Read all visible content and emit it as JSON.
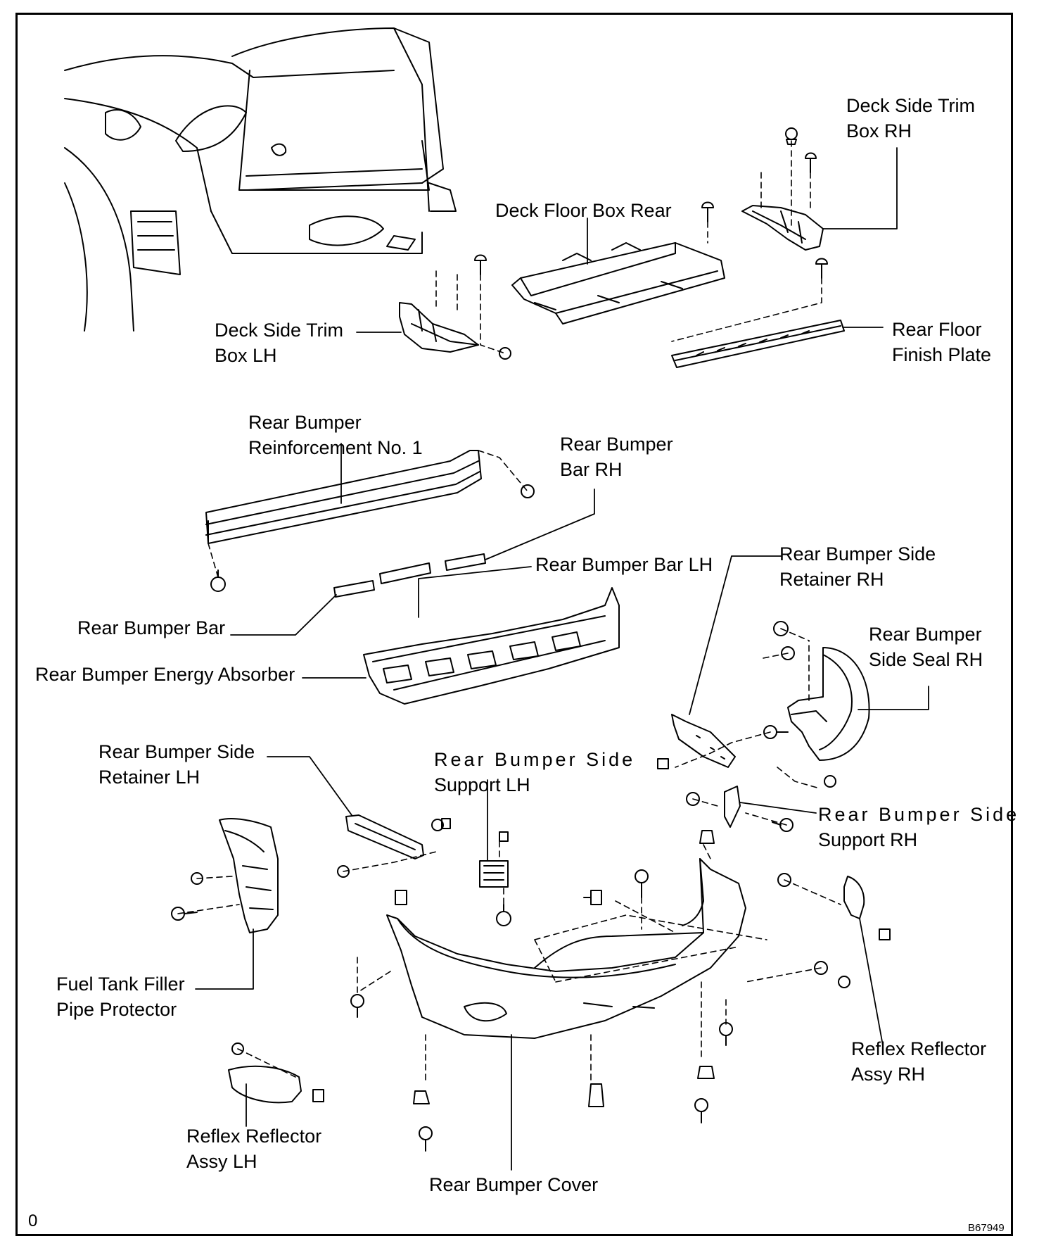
{
  "labels": {
    "deck_side_trim_box_rh": [
      "Deck Side Trim",
      "Box RH"
    ],
    "deck_floor_box_rear": "Deck Floor Box Rear",
    "deck_side_trim_box_lh": [
      "Deck Side Trim",
      "Box LH"
    ],
    "rear_floor_finish_plate": [
      "Rear Floor",
      "Finish Plate"
    ],
    "rear_bumper_reinforcement_no1": [
      "Rear Bumper",
      "Reinforcement No. 1"
    ],
    "rear_bumper_bar_rh": [
      "Rear Bumper",
      "Bar RH"
    ],
    "rear_bumper_bar_lh": "Rear Bumper Bar LH",
    "rear_bumper_side_retainer_rh": [
      "Rear Bumper Side",
      "Retainer RH"
    ],
    "rear_bumper_bar": "Rear Bumper Bar",
    "rear_bumper_side_seal_rh": [
      "Rear Bumper",
      "Side Seal RH"
    ],
    "rear_bumper_energy_absorber": "Rear Bumper Energy Absorber",
    "rear_bumper_side_retainer_lh": [
      "Rear Bumper Side",
      "Retainer LH"
    ],
    "rear_bumper_side_support_lh": [
      "Rear Bumper Side",
      "Support LH"
    ],
    "rear_bumper_side_support_rh": [
      "Rear Bumper Side",
      "Support RH"
    ],
    "fuel_tank_filler_pipe_protector": [
      "Fuel Tank Filler",
      "Pipe Protector"
    ],
    "reflex_reflector_assy_rh": [
      "Reflex Reflector",
      "Assy RH"
    ],
    "reflex_reflector_assy_lh": [
      "Reflex Reflector",
      "Assy LH"
    ],
    "rear_bumper_cover": "Rear Bumper Cover"
  },
  "corner_left": "0",
  "figure_code": "B67949"
}
